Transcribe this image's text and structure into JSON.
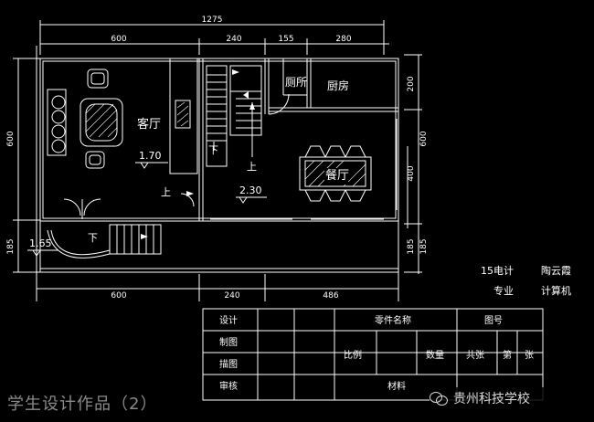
{
  "dimensions": {
    "total": "1275",
    "top_left": "600",
    "top_mid": "240",
    "top_right_a": "155",
    "top_right_b": "280",
    "left_main": "600",
    "left_bottom": "185",
    "right_a": "200",
    "right_b": "600",
    "right_c": "400",
    "right_d": "185",
    "right_e": "185",
    "bottom_left": "600",
    "bottom_mid": "240",
    "bottom_right": "486"
  },
  "rooms": {
    "living": "客厅",
    "toilet": "厕所",
    "kitchen": "厨房",
    "dining": "餐厅"
  },
  "levels": {
    "living": "1.70",
    "stair": "2.30",
    "terrace": "1.65"
  },
  "stair_labels": {
    "down_1": "下",
    "up_1": "上",
    "up_2": "上",
    "down_2": "下"
  },
  "info": {
    "class": "15电计",
    "name": "陶云霞",
    "major_label": "专业",
    "major": "计算机"
  },
  "title_block": {
    "design": "设计",
    "drafting": "制图",
    "tracing": "描图",
    "review": "审核",
    "part_name": "零件名称",
    "drawing_no": "图号",
    "scale": "比例",
    "quantity": "数量",
    "total_sheets": "共张",
    "sheet_no_a": "第",
    "sheet_no_b": "张",
    "material": "材料"
  },
  "caption": "学生设计作品（2）",
  "watermark": "贵州科技学校"
}
